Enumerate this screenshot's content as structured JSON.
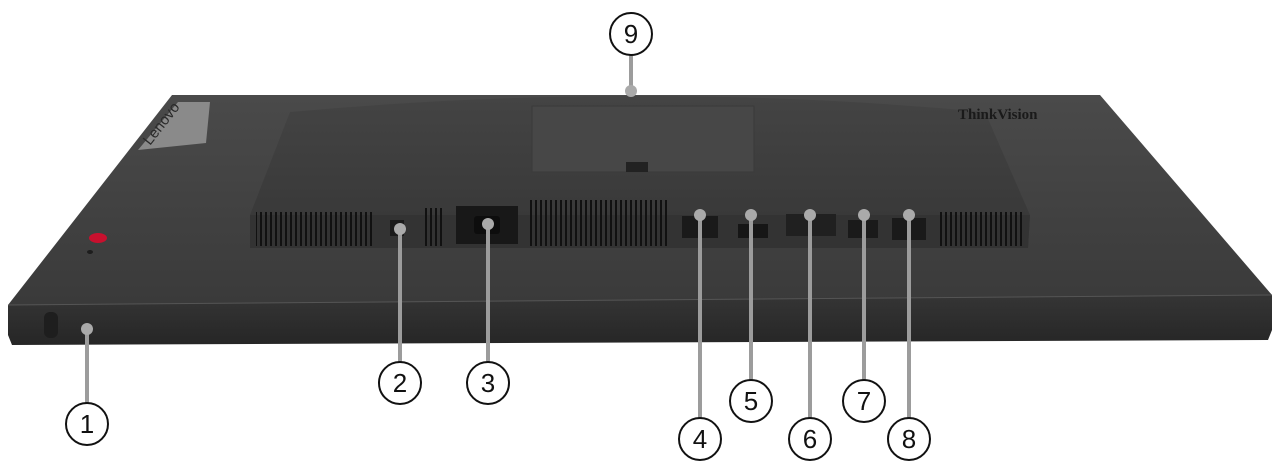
{
  "figure": {
    "brand_logo_text": "Lenovo",
    "model_logo_text": "ThinkVision",
    "colors": {
      "monitor_body": "#3d3d3d",
      "monitor_edge": "#2b2b2b",
      "leader_line": "#9c9c9c",
      "callout_circle": "#111111",
      "accent_red": "#c8102e"
    }
  },
  "callouts": [
    {
      "number": "1"
    },
    {
      "number": "2"
    },
    {
      "number": "3"
    },
    {
      "number": "4"
    },
    {
      "number": "5"
    },
    {
      "number": "6"
    },
    {
      "number": "7"
    },
    {
      "number": "8"
    },
    {
      "number": "9"
    }
  ]
}
